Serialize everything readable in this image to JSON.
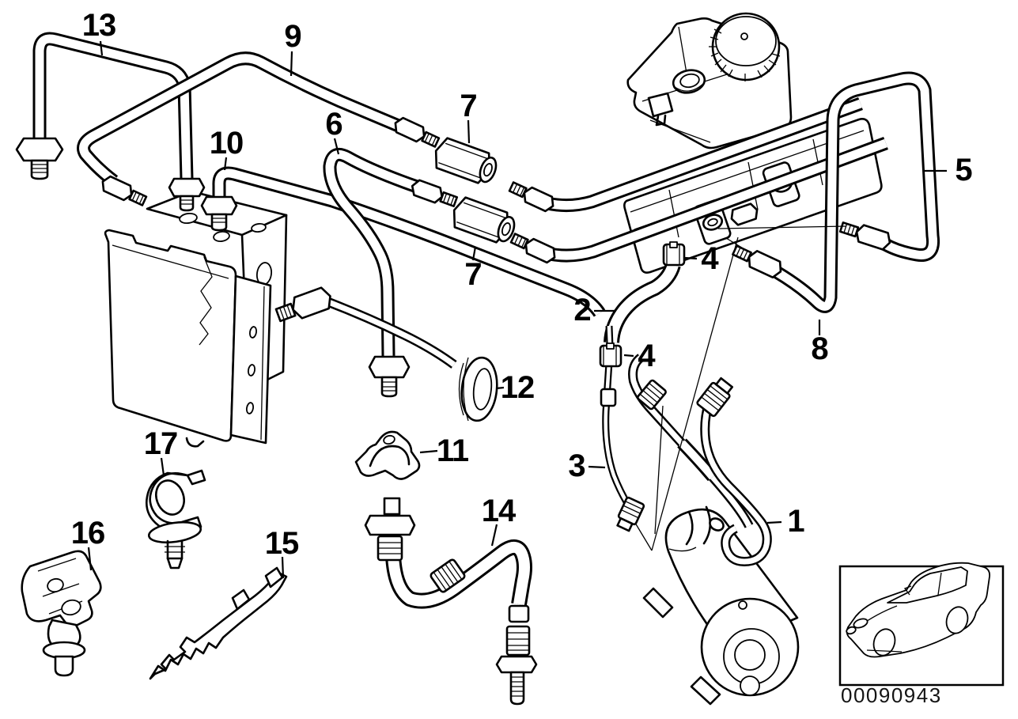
{
  "callouts": {
    "1": "1",
    "2": "2",
    "3": "3",
    "4": "4",
    "5": "5",
    "6": "6",
    "7": "7",
    "8": "8",
    "9": "9",
    "10": "10",
    "11": "11",
    "12": "12",
    "13": "13",
    "14": "14",
    "15": "15",
    "16": "16",
    "17": "17"
  },
  "footer": {
    "image_number": "00090943"
  },
  "icons": {
    "car_thumbnail": "car-outline-icon"
  },
  "colors": {
    "line": "#000000",
    "background": "#ffffff"
  }
}
